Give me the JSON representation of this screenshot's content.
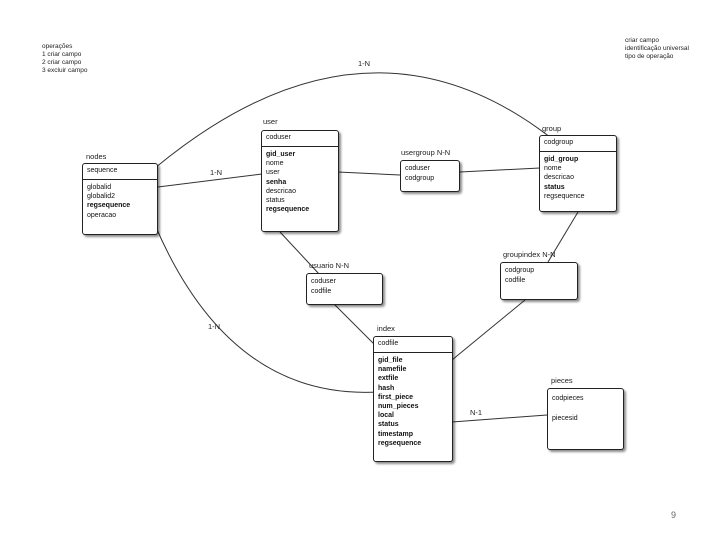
{
  "notes_left": [
    "operações",
    "1 criar campo",
    "2 criar campo",
    "3 excluir campo"
  ],
  "notes_right": [
    "criar campo",
    "identificação universal",
    "tipo de operação"
  ],
  "relations": {
    "top_arc": "1-N",
    "nodes_user": "1-N",
    "nodes_index": "1-N",
    "usergroup": "usergroup N-N",
    "usuario": "usuario N-N",
    "groupindex": "groupindex N-N",
    "index_pieces": "N-1"
  },
  "entities": {
    "nodes": {
      "title": "nodes",
      "key": "sequence",
      "fields": [
        {
          "name": "globalid",
          "bold": false
        },
        {
          "name": "globalid2",
          "bold": false
        },
        {
          "name": "regsequence",
          "bold": true
        },
        {
          "name": "operacao",
          "bold": false
        }
      ]
    },
    "user": {
      "title": "user",
      "key": "coduser",
      "fields": [
        {
          "name": "gid_user",
          "bold": true
        },
        {
          "name": "nome",
          "bold": false
        },
        {
          "name": "user",
          "bold": false
        },
        {
          "name": "senha",
          "bold": true
        },
        {
          "name": "descricao",
          "bold": false
        },
        {
          "name": "status",
          "bold": false
        },
        {
          "name": "regsequence",
          "bold": true
        }
      ]
    },
    "group": {
      "title": "group",
      "key": "codgroup",
      "fields": [
        {
          "name": "gid_group",
          "bold": true
        },
        {
          "name": "nome",
          "bold": false
        },
        {
          "name": "descricao",
          "bold": false
        },
        {
          "name": "status",
          "bold": true
        },
        {
          "name": "regsequence",
          "bold": false
        }
      ]
    },
    "index": {
      "title": "index",
      "key": "codfile",
      "fields": [
        {
          "name": "gid_file",
          "bold": true
        },
        {
          "name": "namefile",
          "bold": true
        },
        {
          "name": "extfile",
          "bold": true
        },
        {
          "name": "hash",
          "bold": true
        },
        {
          "name": "first_piece",
          "bold": true
        },
        {
          "name": "num_pieces",
          "bold": true
        },
        {
          "name": "local",
          "bold": true
        },
        {
          "name": "status",
          "bold": true
        },
        {
          "name": "timestamp",
          "bold": true
        },
        {
          "name": "regsequence",
          "bold": true
        }
      ]
    },
    "usergroup": {
      "fields": [
        "coduser",
        "codgroup"
      ]
    },
    "usuario": {
      "fields": [
        "coduser",
        "codfile"
      ]
    },
    "groupindex": {
      "fields": [
        "codgroup",
        "codfile"
      ]
    },
    "pieces": {
      "title": "pieces",
      "fields": [
        "codpieces",
        "",
        "piecesid"
      ]
    }
  },
  "page_number": "9"
}
